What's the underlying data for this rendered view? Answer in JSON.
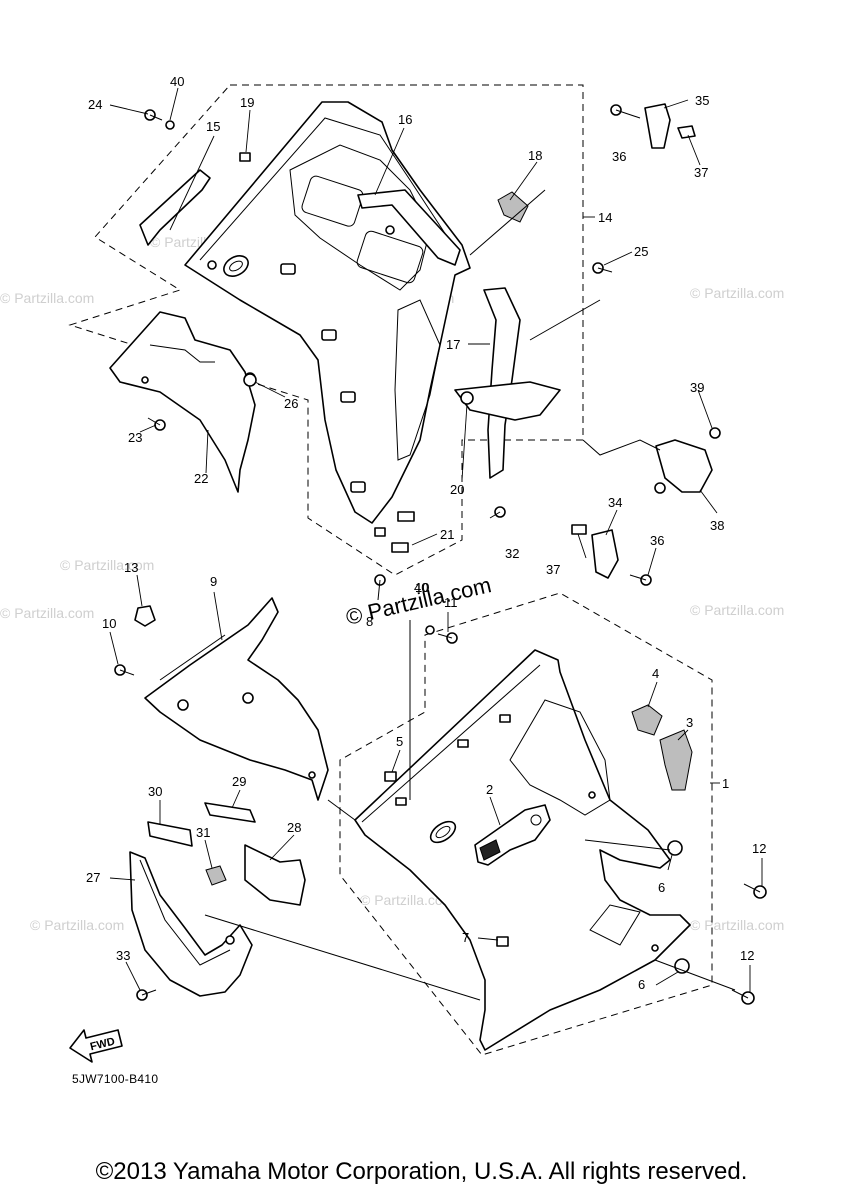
{
  "watermark": {
    "main": "© Partzilla.com",
    "repeat": "© Partzilla.com"
  },
  "callouts": [
    "1",
    "2",
    "3",
    "4",
    "5",
    "6",
    "6",
    "7",
    "8",
    "9",
    "10",
    "10",
    "11",
    "12",
    "12",
    "13",
    "14",
    "15",
    "16",
    "17",
    "18",
    "19",
    "20",
    "21",
    "22",
    "23",
    "24",
    "25",
    "26",
    "27",
    "28",
    "29",
    "30",
    "31",
    "32",
    "33",
    "34",
    "35",
    "36",
    "36",
    "37",
    "37",
    "38",
    "39",
    "40",
    "40"
  ],
  "fwd_label": "FWD",
  "diagram_code": "5JW7100-B410",
  "copyright": "©2013 Yamaha Motor Corporation, U.S.A. All rights reserved."
}
